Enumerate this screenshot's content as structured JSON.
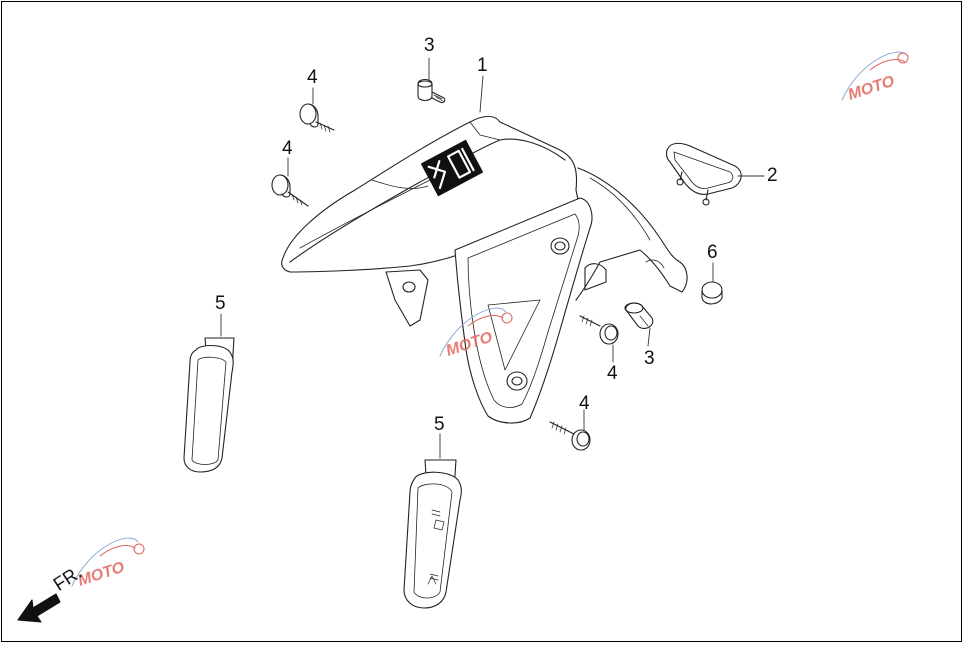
{
  "diagram": {
    "direction_label": "FR.",
    "callouts": [
      {
        "id": "c1",
        "number": "1"
      },
      {
        "id": "c2",
        "number": "2"
      },
      {
        "id": "c3a",
        "number": "3"
      },
      {
        "id": "c3b",
        "number": "3"
      },
      {
        "id": "c4a",
        "number": "4"
      },
      {
        "id": "c4b",
        "number": "4"
      },
      {
        "id": "c4c",
        "number": "4"
      },
      {
        "id": "c4d",
        "number": "4"
      },
      {
        "id": "c5a",
        "number": "5"
      },
      {
        "id": "c5b",
        "number": "5"
      },
      {
        "id": "c6",
        "number": "6"
      }
    ],
    "watermark_text": "MOTO",
    "colors": {
      "line": "#222222",
      "callout_line": "#333333",
      "watermark_red": "#e0645a",
      "watermark_blue": "#8aa8d8"
    }
  }
}
